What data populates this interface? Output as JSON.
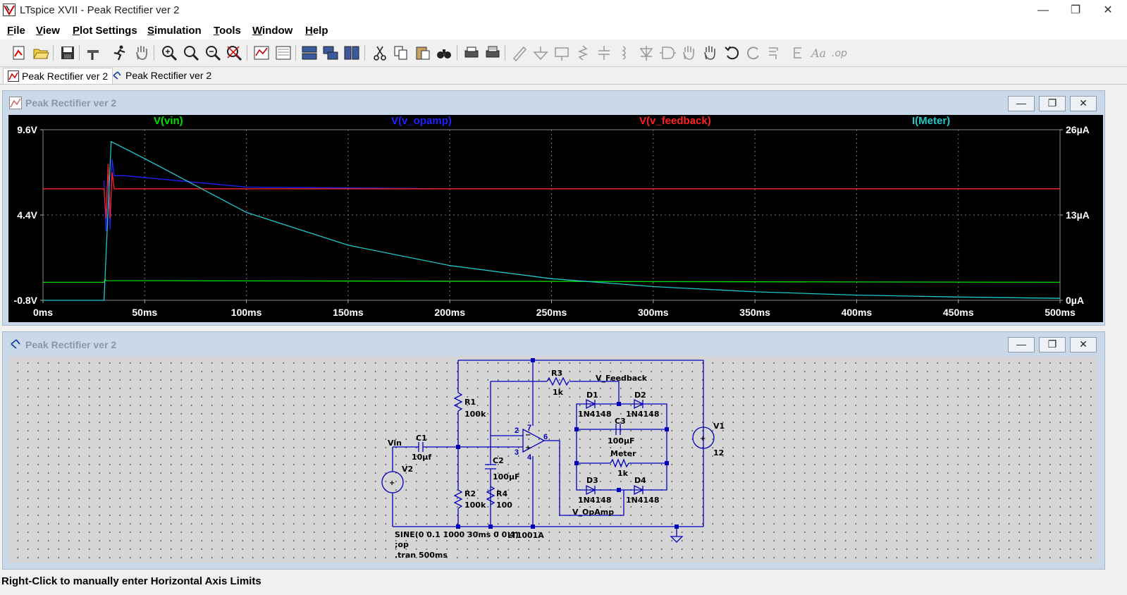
{
  "window": {
    "title": "LTspice XVII - Peak Rectifier ver 2"
  },
  "menu": [
    {
      "u": "F",
      "rest": "ile"
    },
    {
      "u": "V",
      "rest": "iew"
    },
    {
      "u": "P",
      "rest": "lot Settings"
    },
    {
      "u": "S",
      "rest": "imulation"
    },
    {
      "u": "T",
      "rest": "ools"
    },
    {
      "u": "W",
      "rest": "indow"
    },
    {
      "u": "H",
      "rest": "elp"
    }
  ],
  "tabs": [
    "Peak Rectifier ver 2",
    "Peak Rectifier ver 2"
  ],
  "plot_window": {
    "title": "Peak Rectifier ver 2"
  },
  "schematic_window": {
    "title": "Peak Rectifier ver 2"
  },
  "status": {
    "text": "Right-Click to manually enter Horizontal Axis Limits"
  },
  "colors": {
    "vin": "#00e000",
    "v_opamp": "#2020ff",
    "v_feedback": "#ff2020",
    "meter": "#20c8c8",
    "wire": "#0000c0"
  },
  "chart_data": {
    "type": "line",
    "x_unit": "ms",
    "xlim": [
      0,
      500
    ],
    "x_ticks": [
      "0ms",
      "50ms",
      "100ms",
      "150ms",
      "200ms",
      "250ms",
      "300ms",
      "350ms",
      "400ms",
      "450ms",
      "500ms"
    ],
    "y_left": {
      "ticks": [
        "9.6V",
        "4.4V",
        "-0.8V"
      ],
      "ylim": [
        -0.8,
        9.6
      ]
    },
    "y_right": {
      "ticks": [
        "26µA",
        "13µA",
        "0µA"
      ],
      "ylim": [
        0,
        26
      ]
    },
    "grid": true,
    "series": [
      {
        "name": "V(vin)",
        "axis": "left",
        "x": [
          0,
          30,
          30.5,
          31,
          500
        ],
        "y": [
          0.3,
          0.3,
          0.5,
          0.4,
          0.3
        ]
      },
      {
        "name": "V(v_opamp)",
        "axis": "left",
        "x": [
          30,
          31,
          32,
          33,
          34,
          35,
          40,
          100,
          200,
          300,
          400,
          500
        ],
        "y": [
          6.5,
          3.4,
          7.3,
          3.5,
          7.8,
          6.8,
          6.8,
          6.1,
          6.0,
          6.0,
          6.0,
          6.0
        ]
      },
      {
        "name": "V(v_feedback)",
        "axis": "left",
        "x": [
          0,
          30,
          31,
          32,
          33,
          34,
          35,
          500
        ],
        "y": [
          6.0,
          6.0,
          4.2,
          7.5,
          4.2,
          7.0,
          6.0,
          6.0
        ]
      },
      {
        "name": "I(Meter)",
        "axis": "right",
        "x": [
          0,
          30,
          33.5,
          50,
          100,
          150,
          200,
          250,
          300,
          350,
          400,
          450,
          500
        ],
        "y": [
          0.0,
          0.0,
          24.2,
          21.6,
          13.4,
          8.4,
          5.3,
          3.3,
          2.1,
          1.3,
          0.8,
          0.5,
          0.3
        ]
      }
    ]
  },
  "schematic": {
    "labels": {
      "r3": "R3",
      "r3v": "1k",
      "vfeedback": "V_Feedback",
      "d1": "D1",
      "d1v": "1N4148",
      "d2": "D2",
      "d2v": "1N4148",
      "c3": "C3",
      "c3v": "100µF",
      "meter": "Meter",
      "meterv": "1k",
      "d3": "D3",
      "d3v": "1N4148",
      "d4": "D4",
      "d4v": "1N4148",
      "vopamp": "V_OpAmp",
      "r1": "R1",
      "r1v": "100k",
      "r2": "R2",
      "r2v": "100k",
      "r4": "R4",
      "r4v": "100",
      "c2": "C2",
      "c2v": "100µF",
      "c1": "C1",
      "c1v": "10µf",
      "vin": "Vin",
      "v2": "V2",
      "v1": "V1",
      "v1v": "12",
      "opamp": "LT1001A",
      "pin2": "2",
      "pin3": "3",
      "pin4": "4",
      "pin6": "6",
      "pin7": "7",
      "sine": "SINE(0 0.1 1000 30ms 0 0 4)",
      "op": ";op",
      "tran": ".tran 500ms"
    }
  }
}
